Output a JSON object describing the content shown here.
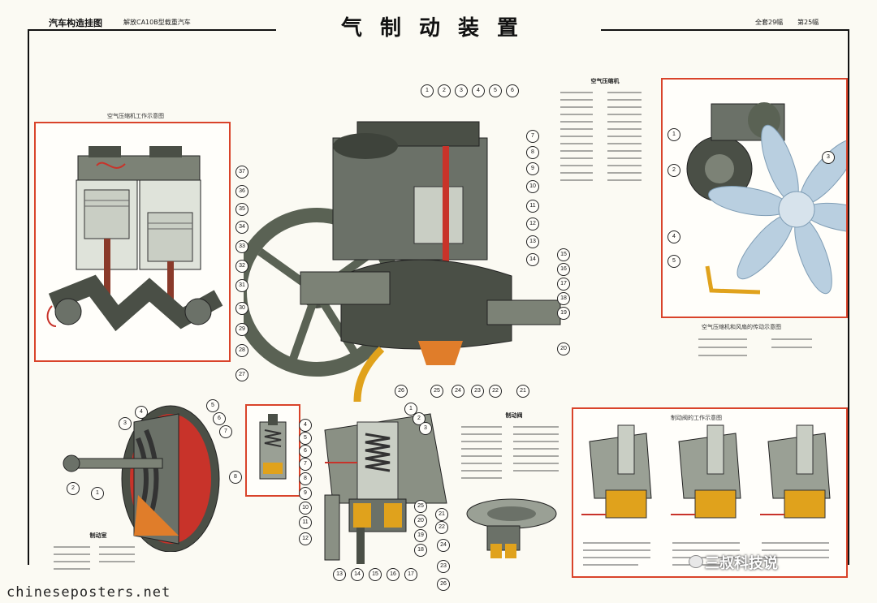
{
  "header": {
    "series_title": "汽车构造挂图",
    "series_subtitle": "解放CA10B型载重汽车",
    "main_title": "气制动装置",
    "sheet_total": "全套29幅",
    "sheet_number": "第25幅"
  },
  "panels": {
    "compressor_working": {
      "caption": "空气压缩机工作示意图"
    },
    "compressor_drive": {
      "caption": "空气压缩机和风扇的传动示意图"
    },
    "valve_working": {
      "caption": "制动阀的工作示意图"
    }
  },
  "legends": {
    "compressor": {
      "title": "空气压缩机"
    },
    "brake_valve": {
      "title": "制动阀"
    },
    "brake_chamber": {
      "title": "制动室"
    }
  },
  "callouts": {
    "main": [
      "1",
      "2",
      "3",
      "4",
      "5",
      "6",
      "7",
      "8",
      "9",
      "10",
      "11",
      "12",
      "13",
      "14",
      "15",
      "16",
      "17",
      "18",
      "19",
      "20",
      "21",
      "22",
      "23",
      "24",
      "25",
      "26",
      "27",
      "28",
      "29",
      "30",
      "31",
      "32",
      "33",
      "34",
      "35",
      "36",
      "37"
    ],
    "drive": [
      "1",
      "2",
      "3",
      "4",
      "5"
    ],
    "chamber": [
      "1",
      "2",
      "3",
      "4",
      "5",
      "6",
      "7",
      "8"
    ],
    "valve": [
      "1",
      "2",
      "3",
      "4",
      "5",
      "6",
      "7",
      "8",
      "9",
      "10",
      "11",
      "12",
      "13",
      "14",
      "15",
      "16",
      "17",
      "18",
      "19",
      "20",
      "21",
      "22",
      "23",
      "24",
      "25",
      "26"
    ]
  },
  "footer": {
    "source": "chineseposters.net"
  },
  "watermark": {
    "text": "三叔科技说"
  },
  "colors": {
    "frame": "#d9432a",
    "metal_dark": "#4a4f46",
    "metal_mid": "#7c8276",
    "piston_light": "#c9cec4",
    "brass": "#e0a21c",
    "fan": "#b9cfe0",
    "cutaway_red": "#c8332a",
    "paper": "#fbfaf3"
  }
}
